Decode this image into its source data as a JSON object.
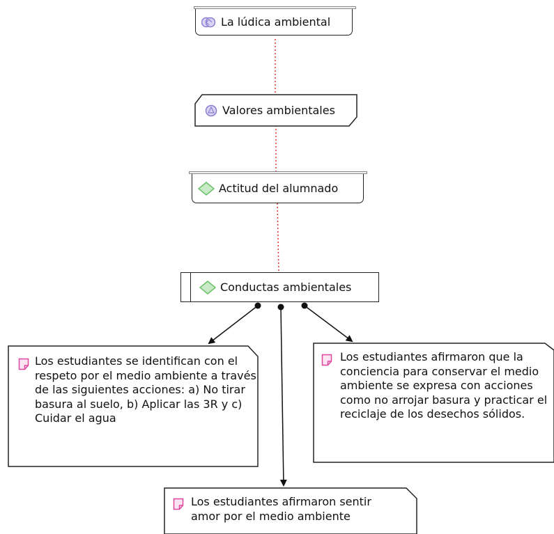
{
  "nodes": {
    "ludica": {
      "label": "La lúdica ambiental",
      "icon": "network-theme-icon",
      "color": "#8b7fd1"
    },
    "valores": {
      "label": "Valores ambientales",
      "icon": "network-theme-icon",
      "color": "#8b7fd1"
    },
    "actitud": {
      "label": "Actitud del alumnado",
      "icon": "diamond-code-icon",
      "color": "#6cc06a"
    },
    "conductas": {
      "label": "Conductas ambientales",
      "icon": "diamond-code-icon",
      "color": "#6cc06a"
    }
  },
  "memos": {
    "left": {
      "text": "Los estudiantes se identifican con el respeto por el medio ambiente a través de las siguientes acciones: a) No tirar basura al suelo, b) Aplicar las 3R y c) Cuidar el agua",
      "icon": "memo-icon",
      "color": "#e0479e"
    },
    "right": {
      "text": "Los estudiantes afirmaron que la conciencia para conservar el medio ambiente se expresa con acciones como no arrojar basura y practicar el reciclaje de los desechos sólidos.",
      "icon": "memo-icon",
      "color": "#e0479e"
    },
    "bottom": {
      "text": "Los estudiantes afirmaron sentir amor por el medio ambiente",
      "icon": "memo-icon",
      "color": "#e0479e"
    }
  },
  "colors": {
    "dotted_link": "#e53030",
    "arrow": "#111111"
  }
}
